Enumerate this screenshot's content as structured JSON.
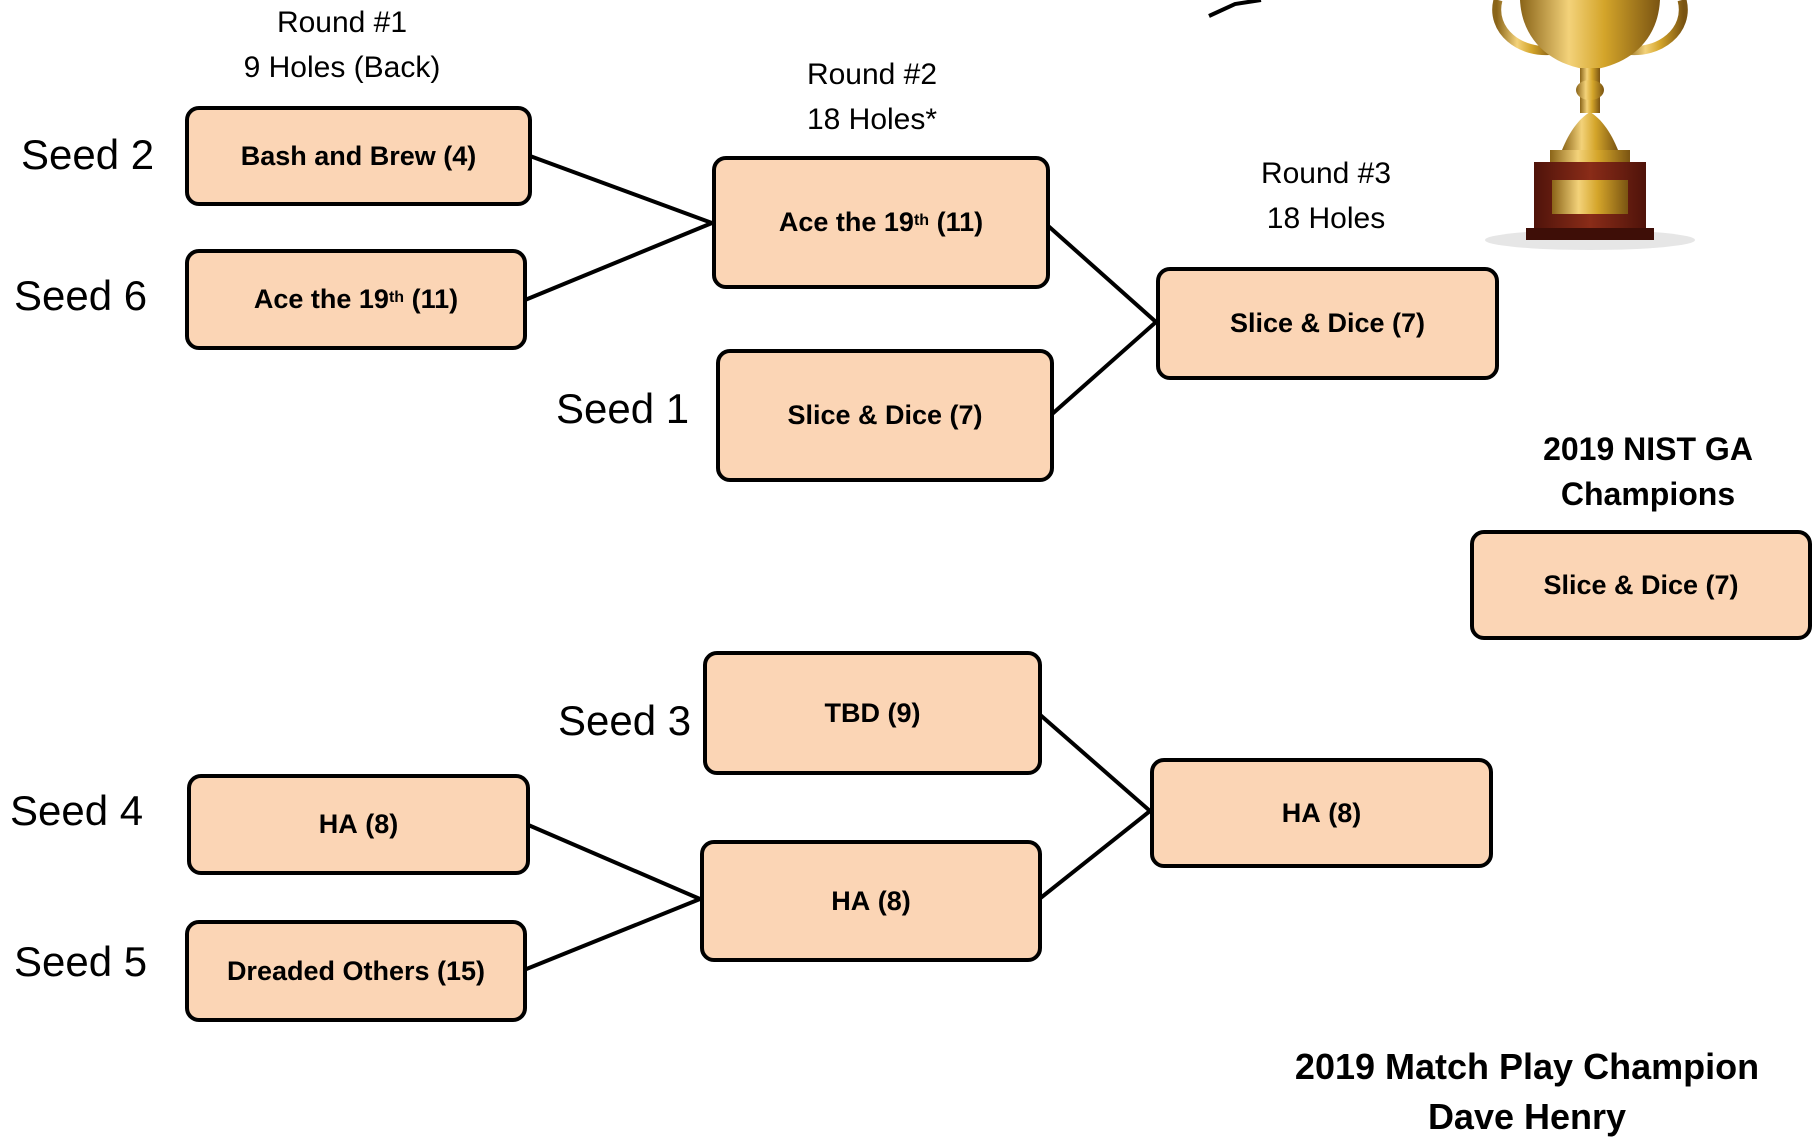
{
  "rounds": [
    {
      "title": "Round #1",
      "subtitle": "9 Holes (Back)"
    },
    {
      "title": "Round #2",
      "subtitle": "18 Holes*"
    },
    {
      "title": "Round #3",
      "subtitle": "18 Holes"
    }
  ],
  "seeds": {
    "seed2": "Seed 2",
    "seed6": "Seed 6",
    "seed1": "Seed 1",
    "seed3": "Seed 3",
    "seed4": "Seed 4",
    "seed5": "Seed 5"
  },
  "bracket_top": {
    "r1_a": {
      "name": "Bash and Brew",
      "suffix": "",
      "score": "(4)"
    },
    "r1_b": {
      "name": "Ace the 19",
      "suffix": "th",
      "score": "(11)"
    },
    "r2_a": {
      "name": "Ace the 19",
      "suffix": "th",
      "score": "(11)"
    },
    "r2_b": {
      "name": "Slice & Dice",
      "suffix": "",
      "score": "(7)"
    },
    "r3": {
      "name": "Slice & Dice",
      "suffix": "",
      "score": "(7)"
    }
  },
  "bracket_bottom": {
    "r1_a": {
      "name": "HA",
      "suffix": "",
      "score": "(8)"
    },
    "r1_b": {
      "name": "Dreaded Others",
      "suffix": "",
      "score": "(15)"
    },
    "r2_a": {
      "name": "TBD",
      "suffix": "",
      "score": "(9)"
    },
    "r2_b": {
      "name": "HA",
      "suffix": "",
      "score": "(8)"
    },
    "r3": {
      "name": "HA",
      "suffix": "",
      "score": "(8)"
    }
  },
  "champions": {
    "heading_line1": "2019 NIST GA",
    "heading_line2": "Champions",
    "winner": {
      "name": "Slice & Dice",
      "suffix": "",
      "score": "(7)"
    }
  },
  "match_play": {
    "line1": "2019 Match Play Champion",
    "line2": "Dave Henry"
  },
  "colors": {
    "box_fill": "#fbd5b5",
    "box_border": "#000000",
    "trophy_gold": "#d4a52a",
    "trophy_base": "#7a2416"
  },
  "icons": {
    "trophy": "trophy-icon"
  }
}
